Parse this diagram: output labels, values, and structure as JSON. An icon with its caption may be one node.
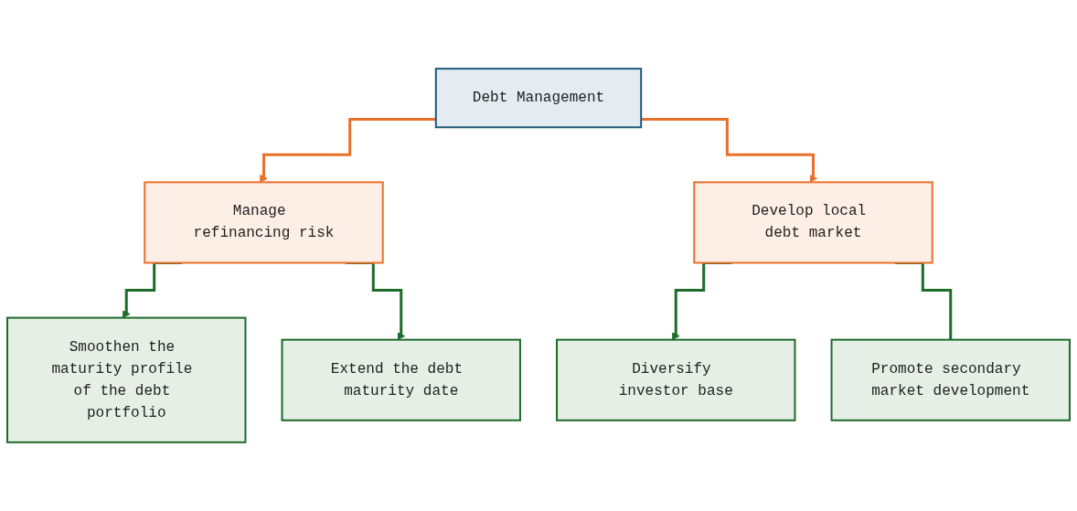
{
  "diagram": {
    "nodes": [
      {
        "text": [
          "Debt Management"
        ]
      },
      {
        "text": [
          "Manage refinancing risk"
        ]
      },
      {
        "text": [
          "Develop local debt market"
        ]
      },
      {
        "text": [
          "Smoothen the maturity profile of the debt portfolio"
        ]
      },
      {
        "text": [
          "Extend the debt maturity date"
        ]
      },
      {
        "text": [
          "Diversify investor base"
        ]
      },
      {
        "text": [
          "Promote secondary market development"
        ]
      }
    ],
    "edges": [
      {
        "from": 0,
        "to": 1,
        "arrow": "to",
        "color": "#e9702a"
      },
      {
        "from": 0,
        "to": 2,
        "arrow": "to",
        "color": "#e9702a"
      },
      {
        "from": 1,
        "to": 3,
        "arrow": "to"
      },
      {
        "from": 1,
        "to": 4,
        "arrow": "to"
      },
      {
        "from": 2,
        "to": 5,
        "arrow": "to"
      },
      {
        "from": 2,
        "to": 6,
        "arrow": "none"
      }
    ]
  }
}
